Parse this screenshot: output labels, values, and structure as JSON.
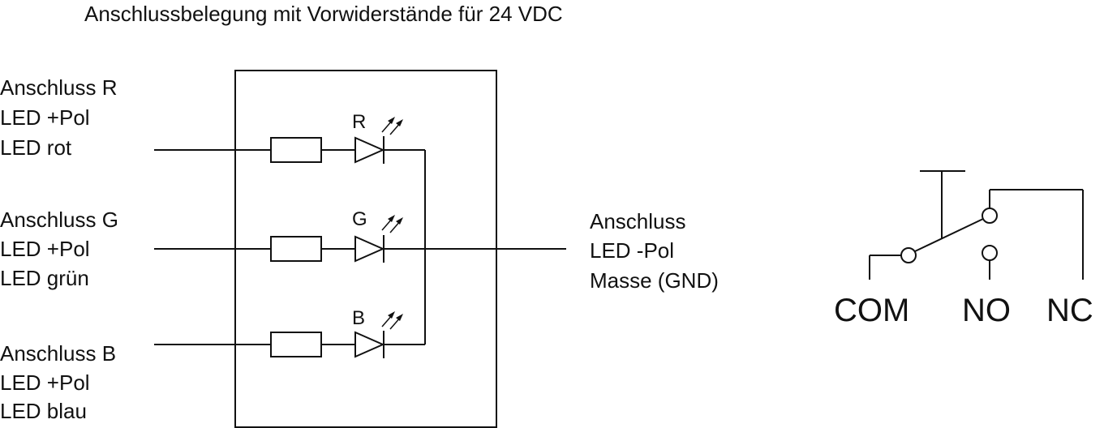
{
  "title": "Anschlussbelegung mit Vorwiderstände für 24 VDC",
  "inputs": [
    {
      "lines": [
        "Anschluss R",
        "LED +Pol",
        "LED rot"
      ],
      "led": "R"
    },
    {
      "lines": [
        "Anschluss G",
        "LED +Pol",
        "LED grün"
      ],
      "led": "G"
    },
    {
      "lines": [
        "Anschluss B",
        "LED +Pol",
        "LED blau"
      ],
      "led": "B"
    }
  ],
  "output": {
    "lines": [
      "Anschluss",
      "LED -Pol",
      "Masse (GND)"
    ]
  },
  "switch": {
    "com": "COM",
    "no": "NO",
    "nc": "NC"
  }
}
